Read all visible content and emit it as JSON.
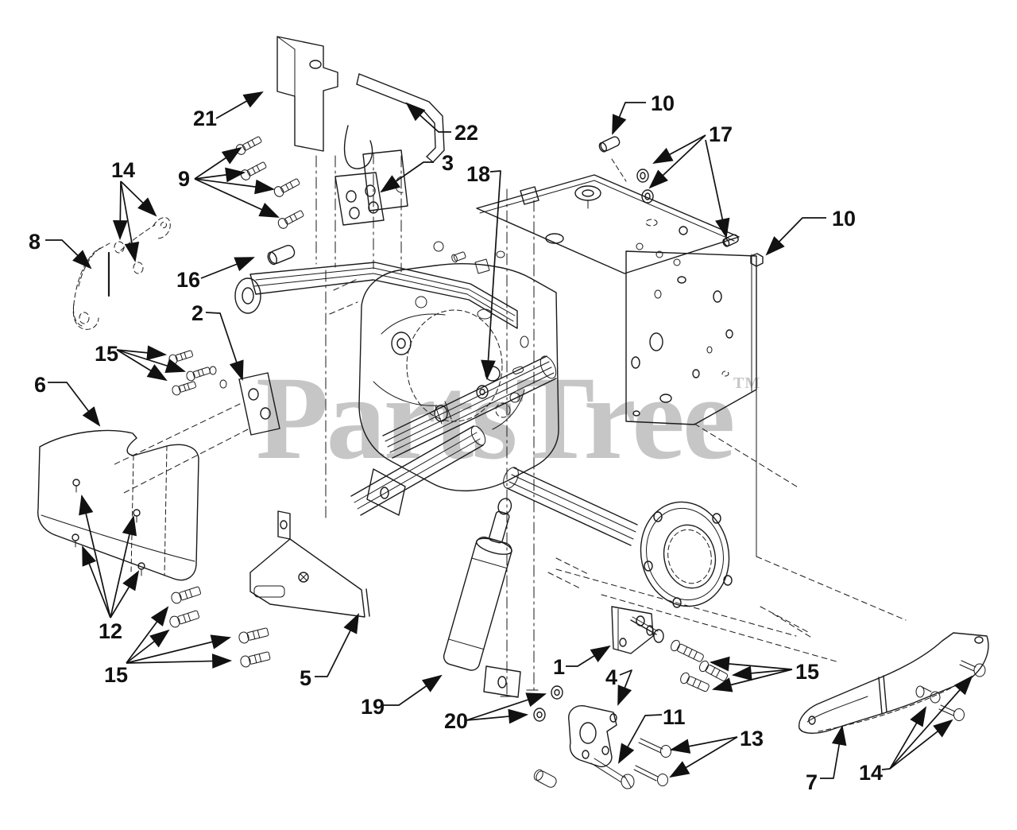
{
  "diagram": {
    "background": "#ffffff",
    "line_color": "#1a1a1a",
    "type": "exploded-parts-diagram"
  },
  "watermark": {
    "text": "PartsTree",
    "tm": "TM",
    "color": "#c6c6c6"
  },
  "callouts": {
    "c1": {
      "label": "1"
    },
    "c2": {
      "label": "2"
    },
    "c3": {
      "label": "3"
    },
    "c4": {
      "label": "4"
    },
    "c5": {
      "label": "5"
    },
    "c6": {
      "label": "6"
    },
    "c7": {
      "label": "7"
    },
    "c8": {
      "label": "8"
    },
    "c9": {
      "label": "9"
    },
    "c10a": {
      "label": "10"
    },
    "c10b": {
      "label": "10"
    },
    "c11": {
      "label": "11"
    },
    "c12": {
      "label": "12"
    },
    "c13": {
      "label": "13"
    },
    "c14a": {
      "label": "14"
    },
    "c14b": {
      "label": "14"
    },
    "c15a": {
      "label": "15"
    },
    "c15b": {
      "label": "15"
    },
    "c15c": {
      "label": "15"
    },
    "c16": {
      "label": "16"
    },
    "c17": {
      "label": "17"
    },
    "c18": {
      "label": "18"
    },
    "c19": {
      "label": "19"
    },
    "c20": {
      "label": "20"
    },
    "c21": {
      "label": "21"
    },
    "c22": {
      "label": "22"
    }
  }
}
